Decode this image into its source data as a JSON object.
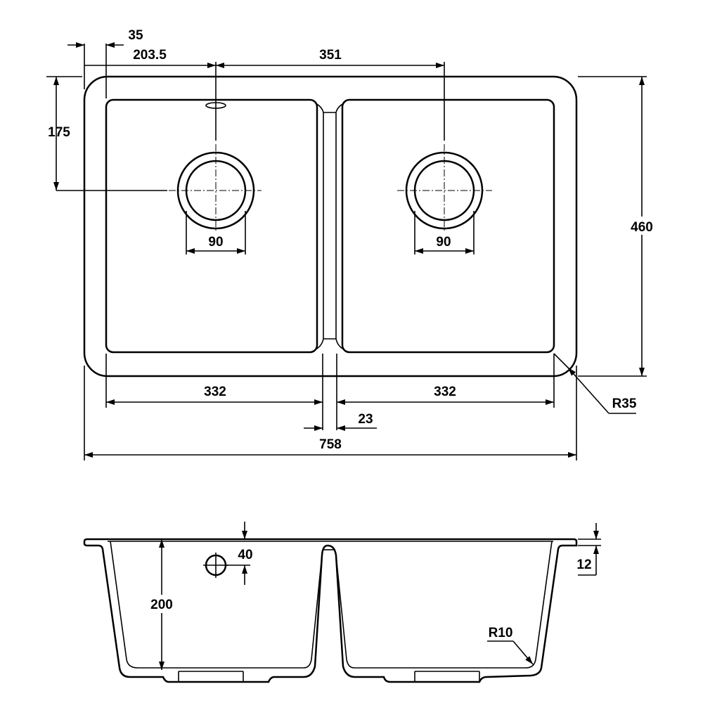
{
  "plan_view": {
    "dims": {
      "offset_35": "35",
      "waste_from_left": "203.5",
      "waste_spacing": "351",
      "waste_from_top": "175",
      "overall_depth": "460",
      "waste_dia_left": "90",
      "waste_dia_right": "90",
      "bowl_left": "332",
      "bowl_right": "332",
      "divider": "23",
      "overall_width": "758",
      "corner_radius": "R35"
    }
  },
  "section_view": {
    "dims": {
      "overflow_height": "40",
      "bowl_depth": "200",
      "rim_thickness": "12",
      "inner_radius": "R10"
    }
  },
  "colors": {
    "line": "#000000",
    "background": "#ffffff"
  }
}
